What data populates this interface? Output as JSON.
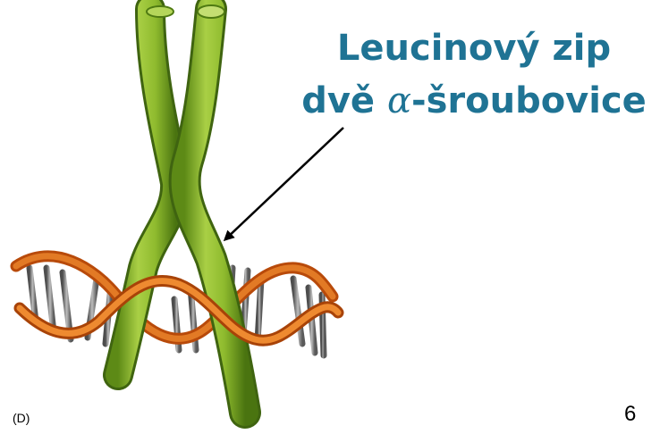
{
  "slide": {
    "title_line1": "Leucinový zip",
    "title_line2_prefix": "dvě ",
    "title_line2_greek": "α",
    "title_line2_suffix": "-šroubovice",
    "panel_label": "(D)",
    "page_number": "6"
  },
  "figure": {
    "subject": "leucine-zipper-bound-to-dna",
    "colors": {
      "helix_green": "#8fbb2e",
      "helix_dark": "#4f7a12",
      "dna_orange": "#e06d14",
      "dna_dark": "#b84a0a",
      "base_gray": "#7d7d7d",
      "title_blue": "#1f7394"
    }
  }
}
